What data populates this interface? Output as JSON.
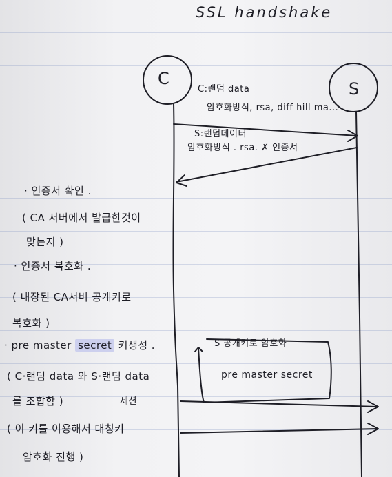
{
  "title": "SSL handshake",
  "nodes": {
    "client": "C",
    "server": "S"
  },
  "messages": {
    "client_hello_1": "C:랜덤 data",
    "client_hello_2": "암호화방식, rsa, diff hill ma...",
    "server_hello_1": "S:랜덤데이터",
    "server_hello_2": "암호화방식 . rsa. ✗ 인증서",
    "encrypted_key": "S 공개키로 암호화",
    "pre_master": "pre master secret",
    "session": "세션"
  },
  "notes": {
    "cert_check": "· 인증서 확인 .",
    "cert_check_detail_1": "( CA 서버에서 발급한것이",
    "cert_check_detail_2": "맞는지 )",
    "cert_decrypt": "· 인증서 복호화 .",
    "cert_decrypt_detail_1": "( 내장된 CA서버 공개키로",
    "cert_decrypt_detail_2": "복호화 )",
    "pre_master_prefix": "· pre master",
    "pre_master_highlight": "secret",
    "pre_master_suffix": "키생성 .",
    "pre_master_detail_1": "( C·랜덤 data 와 S·랜덤 data",
    "pre_master_detail_2": "를 조합함 )",
    "symmetric_1": "( 이 키를 이용해서 대칭키",
    "symmetric_2": "암호화 진행 )"
  },
  "colors": {
    "ink": "#1e1e26",
    "highlight": "#cdd0ee",
    "paper": "#f2f2f4",
    "rule": "#8c9bc2"
  }
}
